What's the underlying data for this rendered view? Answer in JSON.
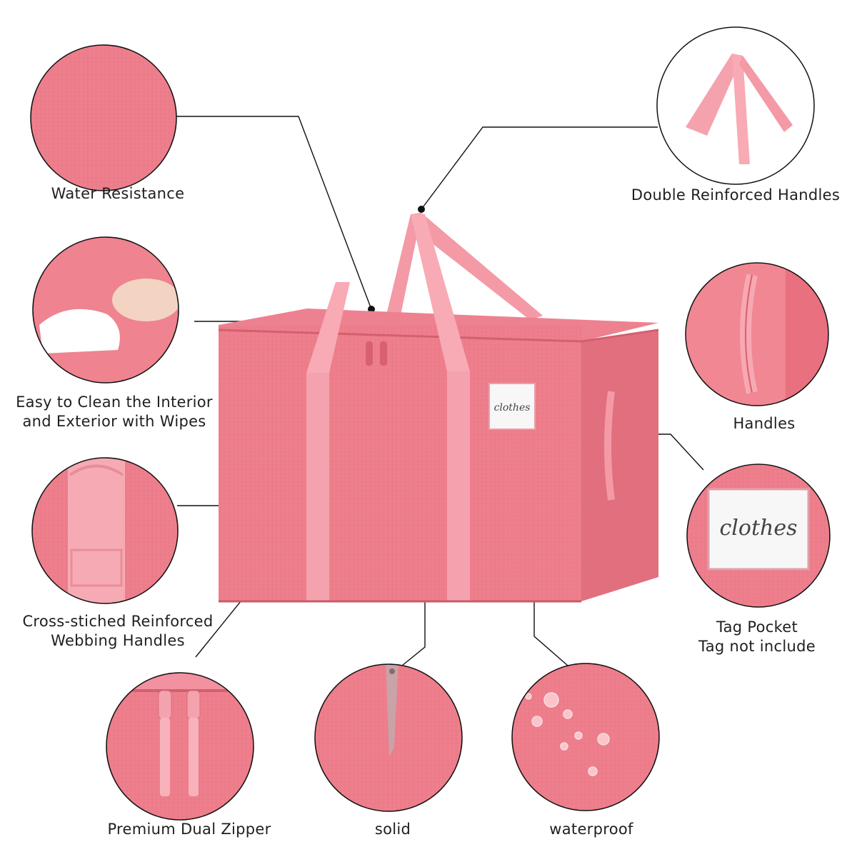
{
  "colors": {
    "bag": "#ef7f8c",
    "bag_dark": "#d86774",
    "bag_side": "#e26f7d",
    "strap": "#f8aab5",
    "line": "#111111",
    "circle_border": "#111111",
    "text": "#1f1f1f"
  },
  "tag_text": "clothes",
  "features": {
    "water_resistance": "Water Resistance",
    "double_handles": "Double Reinforced Handles",
    "easy_clean_1": "Easy to Clean the Interior",
    "easy_clean_2": "and Exterior with Wipes",
    "handles": "Handles",
    "cross_stitched_1": "Cross-stiched Reinforced",
    "cross_stitched_2": "Webbing Handles",
    "tag_pocket_1": "Tag Pocket",
    "tag_pocket_2": "Tag not include",
    "dual_zipper": "Premium Dual Zipper",
    "solid": "solid",
    "waterproof": "waterproof"
  }
}
